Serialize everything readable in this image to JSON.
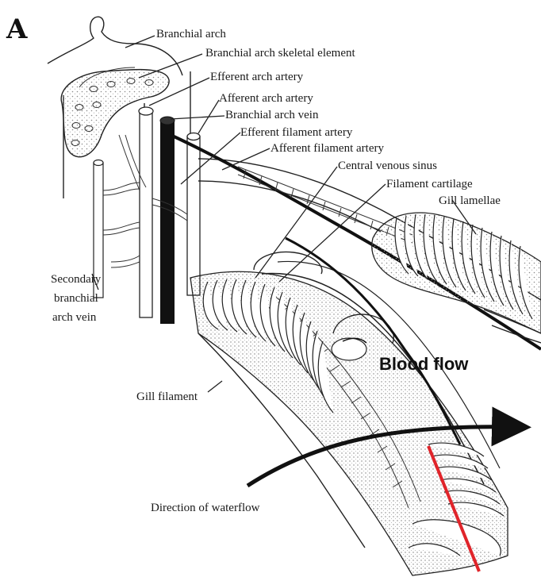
{
  "panel_label": "A",
  "labels": {
    "branchial_arch": "Branchial arch",
    "skeletal_element": "Branchial arch skeletal element",
    "efferent_arch_artery": "Efferent arch artery",
    "afferent_arch_artery": "Afferent arch artery",
    "branchial_arch_vein": "Branchial arch vein",
    "efferent_filament_artery": "Efferent filament artery",
    "afferent_filament_artery": "Afferent filament artery",
    "central_venous_sinus": "Central venous sinus",
    "filament_cartilage": "Filament cartilage",
    "gill_lamellae": "Gill lamellae",
    "secondary_vein_line1": "Secondary",
    "secondary_vein_line2": "branchial",
    "secondary_vein_line3": "arch vein",
    "gill_filament": "Gill filament",
    "waterflow": "Direction of waterflow",
    "blood_flow": "Blood flow"
  },
  "colors": {
    "ink": "#222222",
    "vessel_black": "#111111",
    "section_line": "#e0242a",
    "stipple": "#9a9a9a"
  }
}
